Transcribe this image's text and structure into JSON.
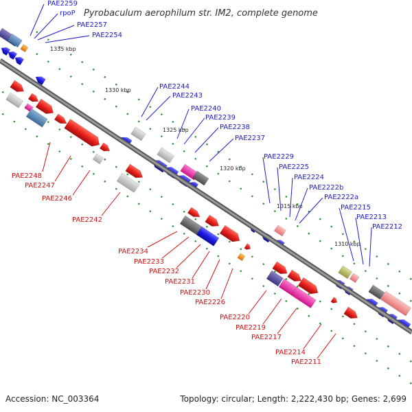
{
  "title": "Pyrobaculum aerophilum str. IM2, complete genome",
  "footer": {
    "accession": "Accession: NC_003364",
    "topology": "Topology: circular; Length: 2,222,430 bp; Genes: 2,699"
  },
  "colors": {
    "forward_gene": "#e8201c",
    "reverse_gene": "#1a1ae6",
    "label_upper": "#1a1acc",
    "label_lower": "#cc1111",
    "backbone": "#777777",
    "tick": "#1a8a1a"
  },
  "kbp_ticks": [
    "1335 kbp",
    "1330 kbp",
    "1325 kbp",
    "1320 kbp",
    "1315 kbp",
    "1310 kbp"
  ],
  "labels_upper": [
    "PAE2259",
    "rpoP",
    "PAE2257",
    "PAE2254",
    "PAE2244",
    "PAE2243",
    "PAE2240",
    "PAE2239",
    "PAE2238",
    "PAE2237",
    "PAE2229",
    "PAE2225",
    "PAE2224",
    "PAE2222b",
    "PAE2222a",
    "PAE2215",
    "PAE2213",
    "PAE2212"
  ],
  "labels_lower": [
    "PAE2248",
    "PAE2247",
    "PAE2246",
    "PAE2242",
    "PAE2234",
    "PAE2233",
    "PAE2232",
    "PAE2231",
    "PAE2230",
    "PAE2226",
    "PAE2220",
    "PAE2219",
    "PAE2217",
    "PAE2214",
    "PAE2211"
  ]
}
